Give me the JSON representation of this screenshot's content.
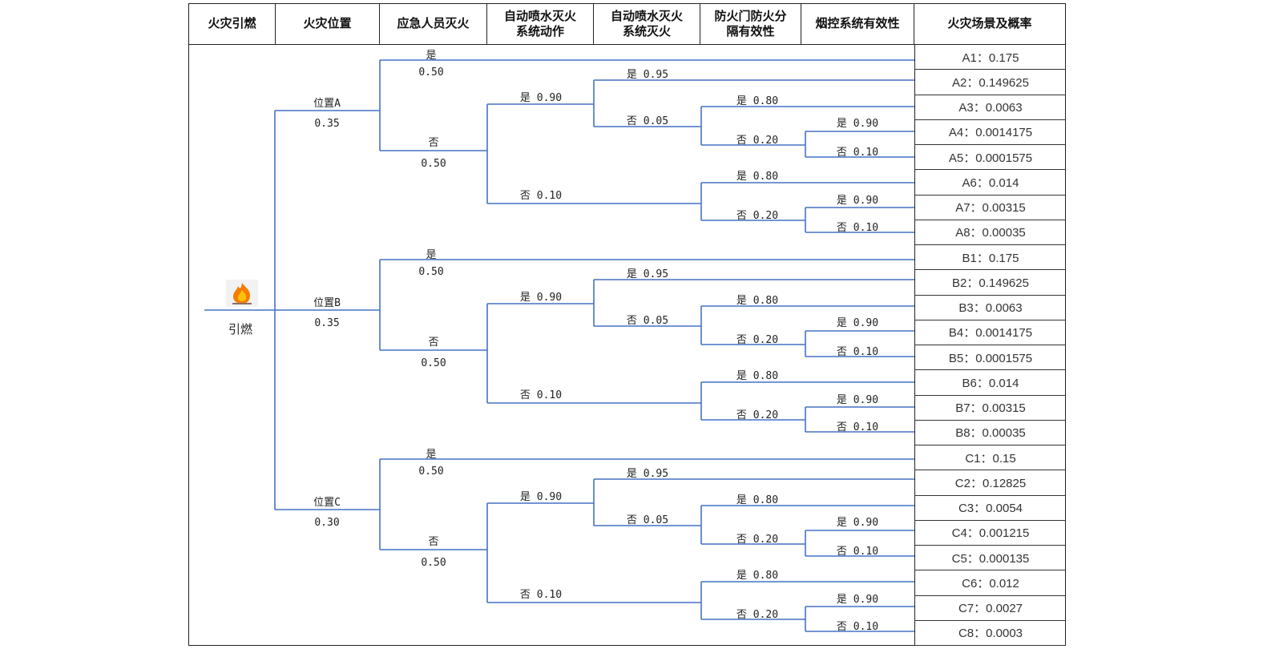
{
  "header": {
    "columns": [
      "火灾引燃",
      "火灾位置",
      "应急人员灭火",
      "自动喷水灭火\n系统动作",
      "自动喷水灭火\n系统灭火",
      "防火门防火分\n隔有效性",
      "烟控系统有效性",
      "火灾场景及概率"
    ]
  },
  "initiator": {
    "label": "引燃",
    "icon": "fire-icon"
  },
  "colors": {
    "line": "#4472C4",
    "fire_outer": "#F57C00",
    "fire_inner": "#FFC107"
  },
  "groups": [
    {
      "location": "位置A",
      "location_prob": "0.35",
      "responder_yes": "是",
      "responder_yes_prob": "0.50",
      "responder_no": "否",
      "responder_no_prob": "0.50",
      "sprinkler_act_yes": "是 0.90",
      "sprinkler_act_no": "否 0.10",
      "sprinkler_ext_yes": "是 0.95",
      "sprinkler_ext_no": "否 0.05",
      "door1_yes": "是 0.80",
      "door1_no": "否 0.20",
      "smoke1_yes": "是 0.90",
      "smoke1_no": "否 0.10",
      "door2_yes": "是 0.80",
      "door2_no": "否 0.20",
      "smoke2_yes": "是 0.90",
      "smoke2_no": "否 0.10"
    },
    {
      "location": "位置B",
      "location_prob": "0.35",
      "responder_yes": "是",
      "responder_yes_prob": "0.50",
      "responder_no": "否",
      "responder_no_prob": "0.50",
      "sprinkler_act_yes": "是 0.90",
      "sprinkler_act_no": "否 0.10",
      "sprinkler_ext_yes": "是 0.95",
      "sprinkler_ext_no": "否 0.05",
      "door1_yes": "是 0.80",
      "door1_no": "否 0.20",
      "smoke1_yes": "是 0.90",
      "smoke1_no": "否 0.10",
      "door2_yes": "是 0.80",
      "door2_no": "否 0.20",
      "smoke2_yes": "是 0.90",
      "smoke2_no": "否 0.10"
    },
    {
      "location": "位置C",
      "location_prob": "0.30",
      "responder_yes": "是",
      "responder_yes_prob": "0.50",
      "responder_no": "否",
      "responder_no_prob": "0.50",
      "sprinkler_act_yes": "是 0.90",
      "sprinkler_act_no": "否 0.10",
      "sprinkler_ext_yes": "是 0.95",
      "sprinkler_ext_no": "否 0.05",
      "door1_yes": "是 0.80",
      "door1_no": "否 0.20",
      "smoke1_yes": "是 0.90",
      "smoke1_no": "否 0.10",
      "door2_yes": "是 0.80",
      "door2_no": "否 0.20",
      "smoke2_yes": "是 0.90",
      "smoke2_no": "否 0.10"
    }
  ],
  "scenarios": [
    "A1：0.175",
    "A2：0.149625",
    "A3：0.0063",
    "A4：0.0014175",
    "A5：0.0001575",
    "A6：0.014",
    "A7：0.00315",
    "A8：0.00035",
    "B1：0.175",
    "B2：0.149625",
    "B3：0.0063",
    "B4：0.0014175",
    "B5：0.0001575",
    "B6：0.014",
    "B7：0.00315",
    "B8：0.00035",
    "C1：0.15",
    "C2：0.12825",
    "C3：0.0054",
    "C4：0.001215",
    "C5：0.000135",
    "C6：0.012",
    "C7：0.0027",
    "C8：0.0003"
  ]
}
